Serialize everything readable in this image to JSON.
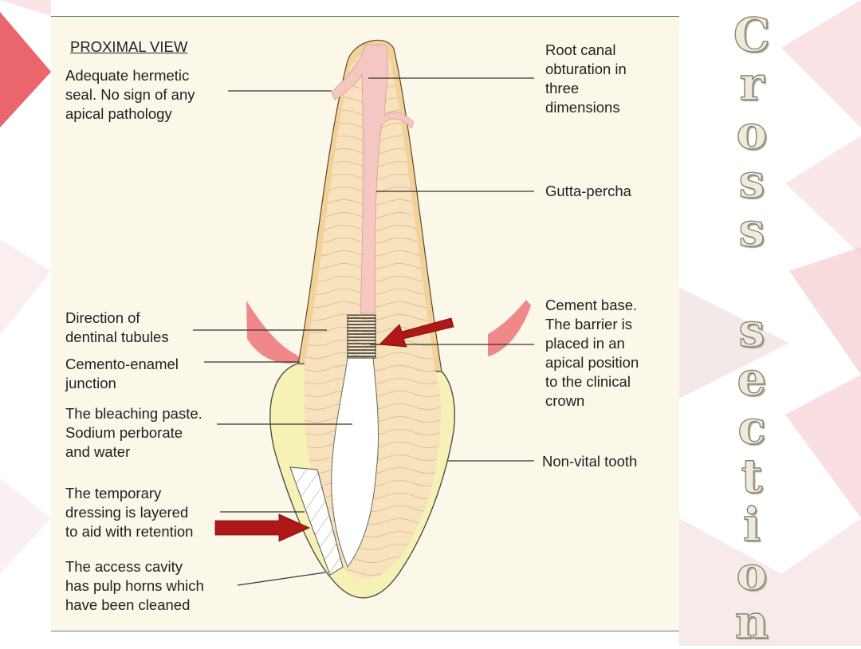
{
  "figure": {
    "title": "PROXIMAL VIEW",
    "labels": {
      "hermetic_seal": "Adequate hermetic\nseal. No sign of any\napical pathology",
      "dentinal_tubules": "Direction of\ndentinal tubules",
      "cemento_enamel": "Cemento-enamel\njunction",
      "bleaching_paste": "The bleaching paste.\nSodium perborate\nand water",
      "temporary_dressing": "The temporary\ndressing is layered\nto aid with retention",
      "access_cavity": "The access cavity\nhas pulp horns which\nhave been cleaned",
      "root_canal": "Root canal\nobturation in\nthree\ndimensions",
      "gutta_percha": "Gutta-percha",
      "cement_base": "Cement base.\nThe barrier is\nplaced in an\napical position\nto the clinical\ncrown",
      "non_vital": "Non-vital tooth"
    }
  },
  "side_title": [
    "C",
    "r",
    "o",
    "s",
    "s",
    "",
    "s",
    "e",
    "c",
    "t",
    "i",
    "o",
    "n"
  ],
  "colors": {
    "arrow": "#b01818",
    "gum": "#ee6b72",
    "enamel": "#f6f1b4",
    "dentin": "#f7e2bd",
    "gutta_percha": "#f4c7c2",
    "root_outline": "#e0b860"
  }
}
